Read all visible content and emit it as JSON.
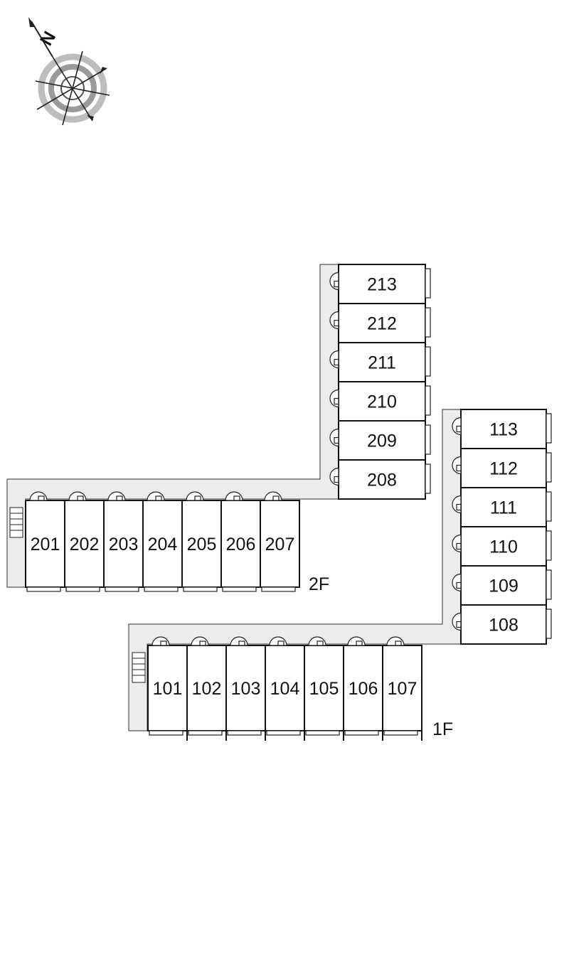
{
  "compass": {
    "letter": "N"
  },
  "floors": [
    {
      "label": "2F",
      "row_units": [
        "201",
        "202",
        "203",
        "204",
        "205",
        "206",
        "207"
      ],
      "column_units": [
        "213",
        "212",
        "211",
        "210",
        "209",
        "208"
      ]
    },
    {
      "label": "1F",
      "row_units": [
        "101",
        "102",
        "103",
        "104",
        "105",
        "106",
        "107"
      ],
      "column_units": [
        "113",
        "112",
        "111",
        "110",
        "109",
        "108"
      ]
    }
  ]
}
